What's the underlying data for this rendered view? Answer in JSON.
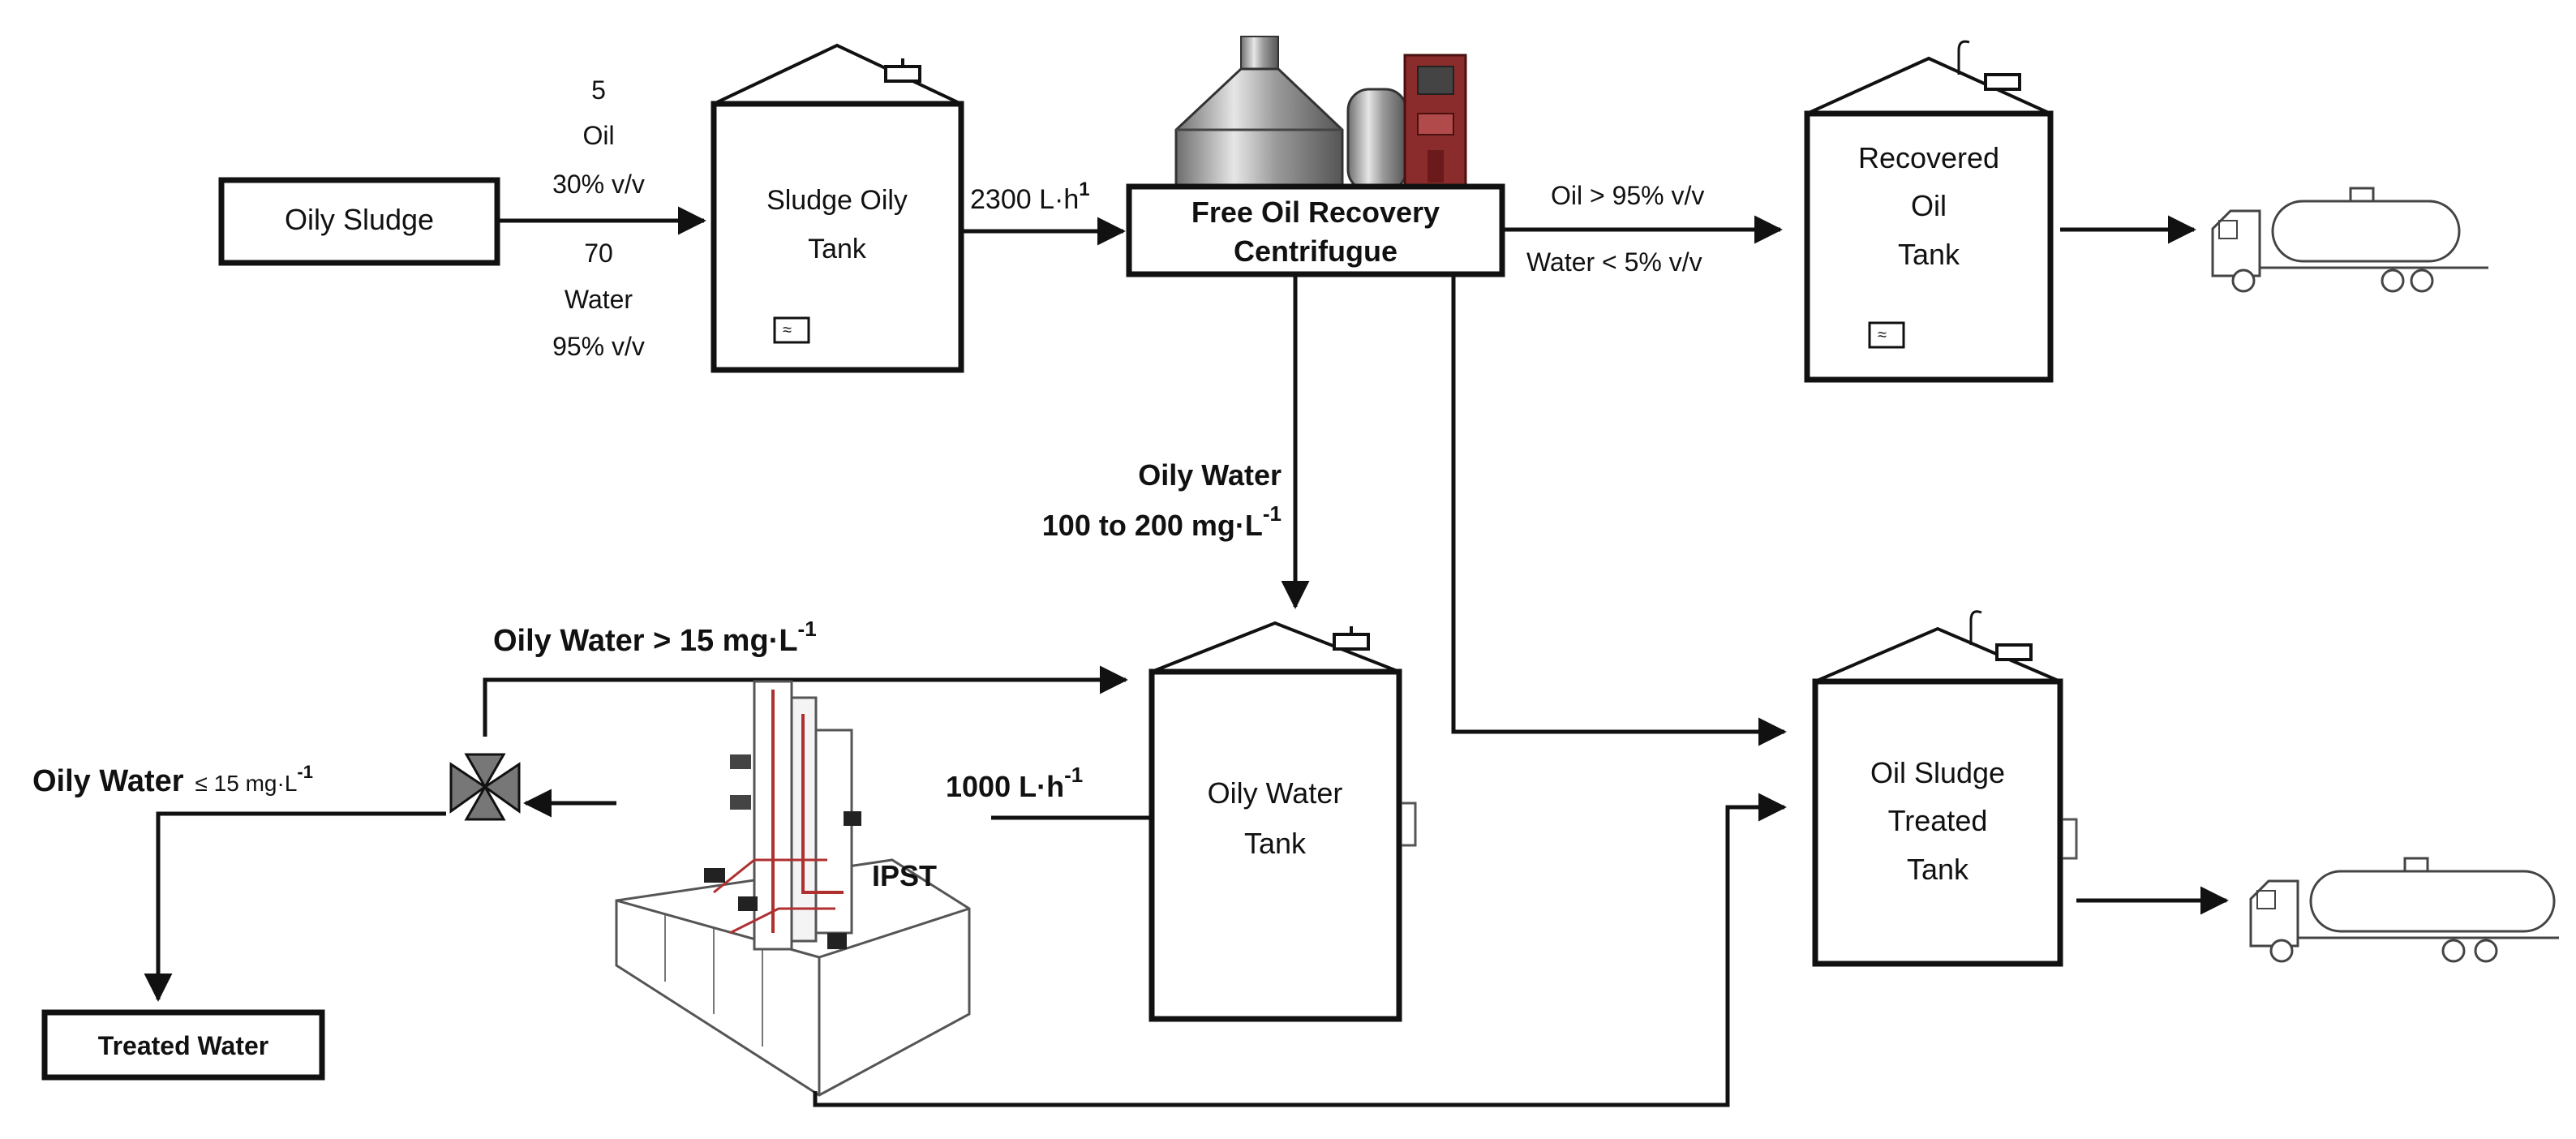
{
  "colors": {
    "ink": "#111111",
    "centrifuge_steel": "#9a9a9a",
    "control_panel": "#8b2c2c",
    "ipst_red": "#b03030"
  },
  "nodes": {
    "oily_sludge": "Oily Sludge",
    "sludge_oily_tank": [
      "Sludge Oily",
      "Tank"
    ],
    "centrifuge": [
      "Free Oil Recovery",
      "Centrifugue"
    ],
    "recovered_oil_tank": [
      "Recovered",
      "Oil",
      "Tank"
    ],
    "oily_water_tank": [
      "Oily Water",
      "Tank"
    ],
    "oil_sludge_treated_tank": [
      "Oil Sludge",
      "Treated",
      "Tank"
    ],
    "treated_water": "Treated Water",
    "ipst": "IPST"
  },
  "flows": {
    "feed": {
      "oil_qty": "5",
      "oil": "Oil",
      "oil_pct": "30% v/v",
      "water_qty": "70",
      "water": "Water",
      "water_pct": "95% v/v"
    },
    "to_centrifuge": {
      "value": "2300 L·h",
      "exp": "1"
    },
    "recovered_oil": "Oil > 95% v/v",
    "recovered_water": "Water < 5% v/v",
    "centrifuge_water": {
      "line1": "Oily Water",
      "line2": "100 to 200 mg·L",
      "exp": "-1"
    },
    "recycle": {
      "value": "Oily Water  > 15 mg·L",
      "exp": "-1"
    },
    "ipst_feed": {
      "value": "1000 L·h",
      "exp": "-1"
    },
    "treated": {
      "name": "Oily Water",
      "spec": "≤ 15 mg·L",
      "exp": "-1"
    }
  },
  "icons": {
    "truck_top": "tanker-truck-icon",
    "truck_bottom": "tanker-truck-icon",
    "valve": "three-way-valve-icon",
    "centrifuge": "centrifuge-icon",
    "ipst": "ipst-unit-icon"
  }
}
